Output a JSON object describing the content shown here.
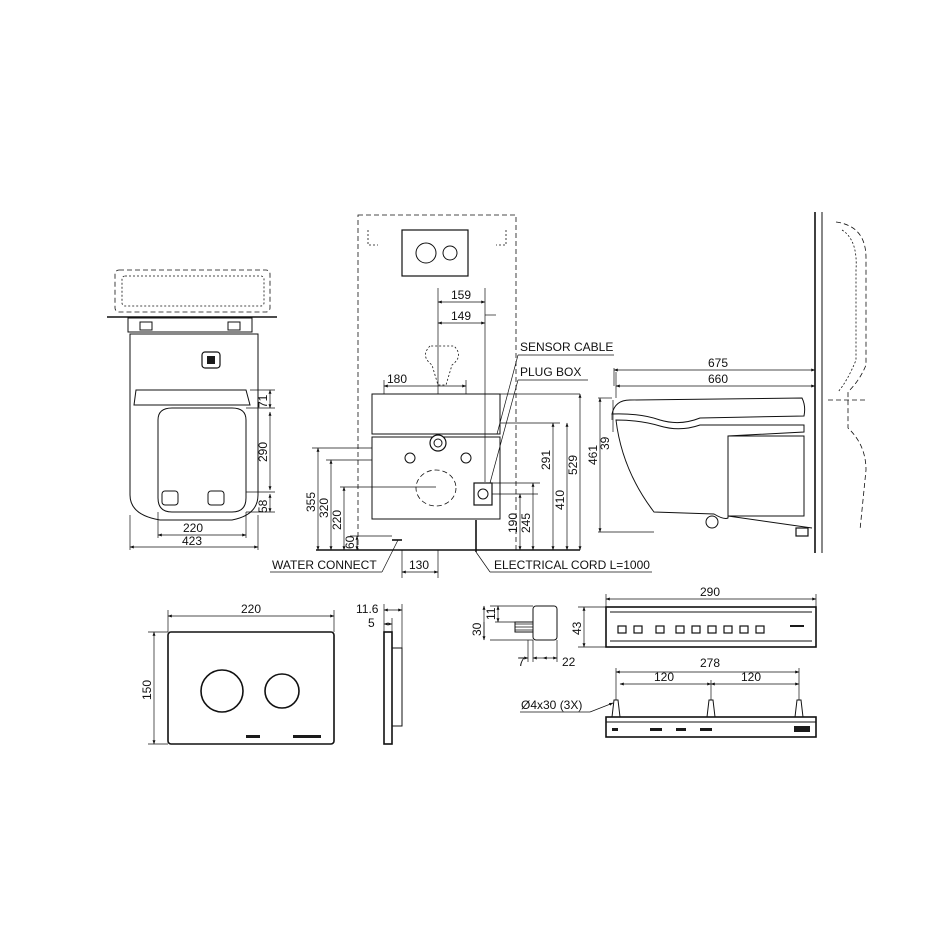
{
  "top_view": {
    "dims": [
      "71",
      "290",
      "58",
      "220",
      "423"
    ]
  },
  "front_view": {
    "dims": [
      "159",
      "149",
      "180",
      "291",
      "410",
      "529",
      "355",
      "320",
      "220",
      "190",
      "245",
      "130"
    ],
    "dim_60": "60",
    "labels": {
      "sensor_cable": "SENSOR CABLE",
      "plug_box": "PLUG BOX",
      "water_connect": "WATER CONNECT",
      "electrical_cord": "ELECTRICAL CORD L=1000"
    }
  },
  "side_view": {
    "dims": [
      "675",
      "660",
      "461",
      "39"
    ]
  },
  "flush_plate": {
    "dims": [
      "220",
      "150",
      "11.6",
      "5"
    ]
  },
  "panel": {
    "dims": [
      "11",
      "30",
      "7",
      "22",
      "290",
      "43",
      "278",
      "120",
      "120"
    ],
    "screw_note": "Ø4x30 (3X)"
  }
}
